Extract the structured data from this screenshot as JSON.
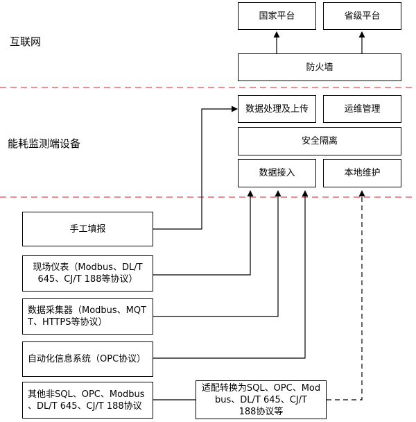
{
  "zones": {
    "internet": "互联网",
    "device": "能耗监测端设备"
  },
  "boxes": {
    "national_platform": "国家平台",
    "provincial_platform": "省级平台",
    "firewall": "防火墙",
    "data_processing_upload": "数据处理及上传",
    "ops_management": "运维管理",
    "security_isolation": "安全隔离",
    "data_access": "数据接入",
    "local_maintenance": "本地维护",
    "manual_entry": "手工填报",
    "field_meter": "现场仪表（Modbus、DL/T\n645、CJ/T 188等协议）",
    "data_collector": "数据采集器（Modbus、MQT\nT、HTTPS等协议）",
    "automation_system": "自动化信息系统（OPC协议）",
    "other_protocols": "其他非SQL、OPC、Modbus\n、DL/T 645、CJ/T 188协议",
    "adapter_conversion": "适配转换为SQL、OPC、Mod\nbus、DL/T 645、CJ/T\n188协议等"
  },
  "colors": {
    "zone_divider": "#e8474a",
    "line": "#000000"
  }
}
